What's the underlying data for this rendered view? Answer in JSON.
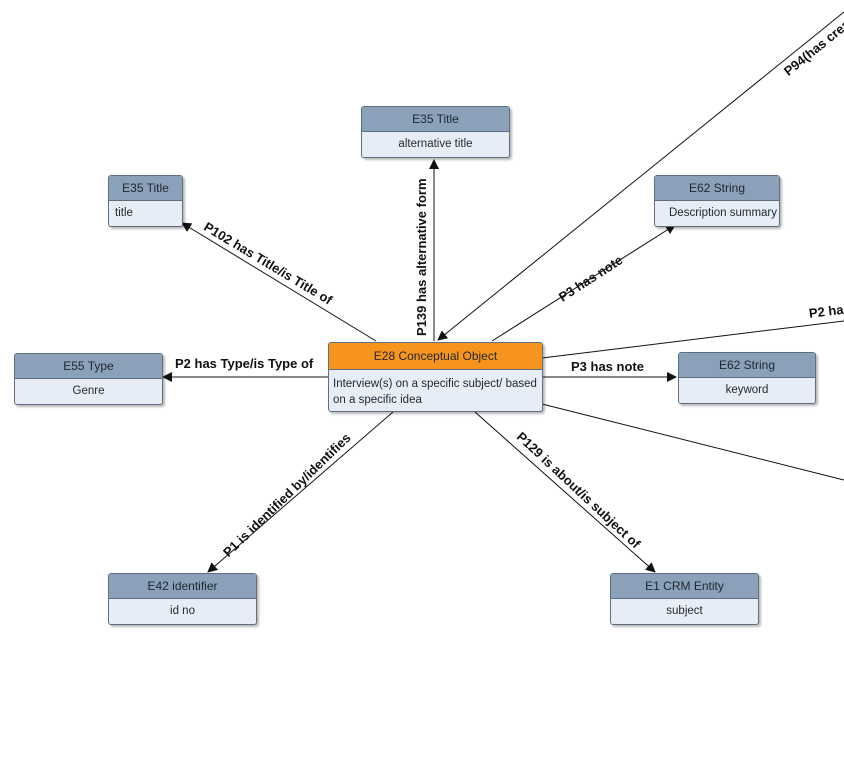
{
  "nodes": {
    "center": {
      "header": "E28 Conceptual Object",
      "body": "Interview(s) on a specific subject/ based on a specific idea"
    },
    "alt_title": {
      "header": "E35 Title",
      "body": "alternative title"
    },
    "title": {
      "header": "E35 Title",
      "body": "title"
    },
    "desc_summary": {
      "header": "E62 String",
      "body": "Description summary"
    },
    "genre": {
      "header": "E55 Type",
      "body": "Genre"
    },
    "keyword": {
      "header": "E62 String",
      "body": "keyword"
    },
    "identifier": {
      "header": "E42 identifier",
      "body": "id no"
    },
    "subject": {
      "header": "E1 CRM Entity",
      "body": "subject"
    }
  },
  "edges": {
    "p94": "P94(has crea",
    "p139": "P139 has alternative form",
    "p102": "P102 has Title/is Title of",
    "p3_up": "P3 has note",
    "p2_right": "P2 ha",
    "p2": "P2 has Type/is Type of",
    "p3": "P3 has note",
    "p1": "P1 is identified by/identifies",
    "p129": "P129 is about/is subject of"
  }
}
